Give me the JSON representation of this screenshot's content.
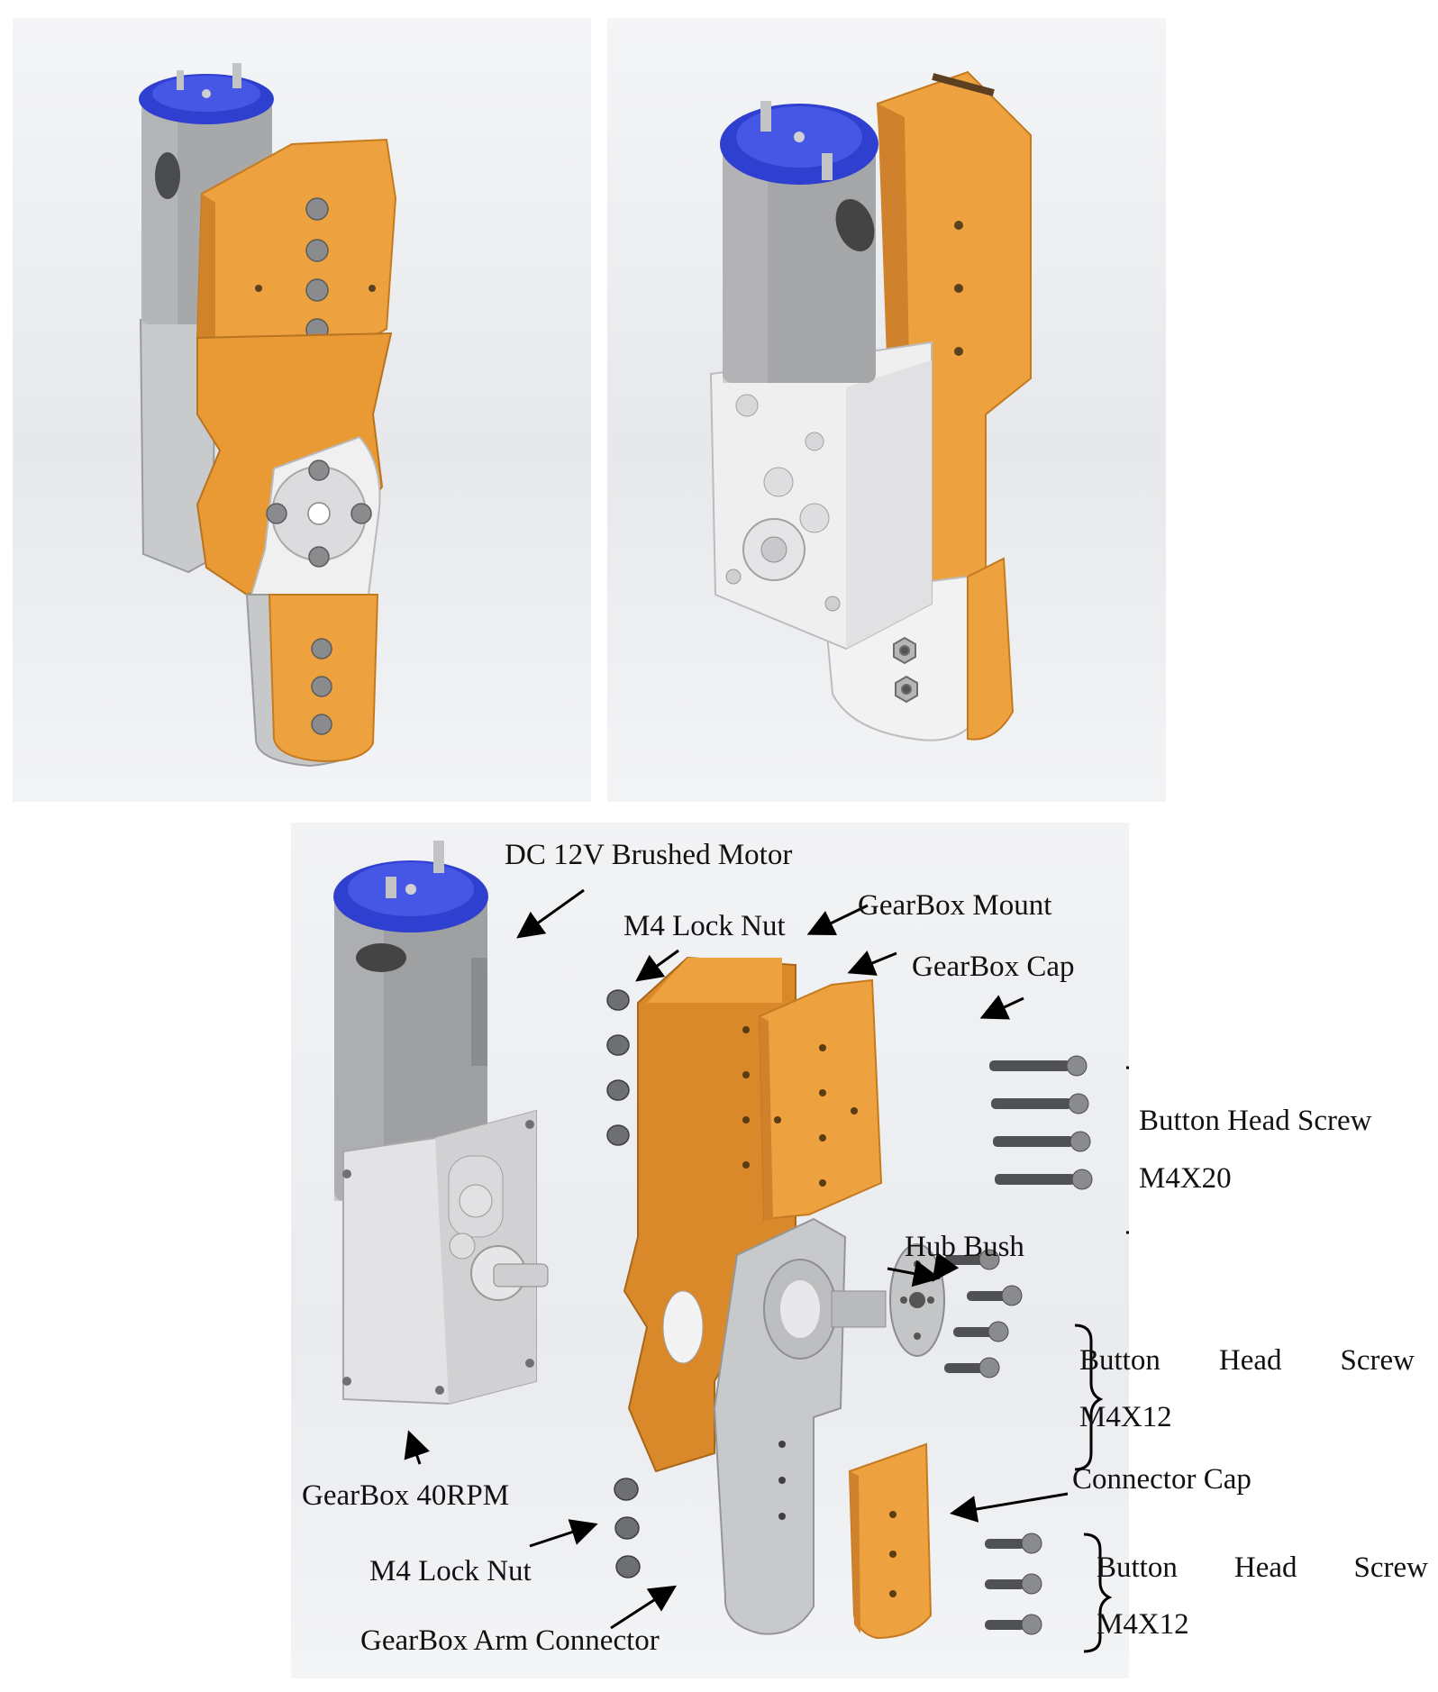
{
  "labels": {
    "dc_motor": "DC 12V Brushed Motor",
    "m4_lock_nut_top": "M4 Lock Nut",
    "gearbox_mount": "GearBox Mount",
    "gearbox_cap": "GearBox Cap",
    "button_head_screw_1": "Button Head Screw",
    "m4x20": "M4X20",
    "hub_bush": "Hub Bush",
    "button_head_screw_2": [
      "Button",
      "Head",
      "Screw"
    ],
    "m4x12_a": "M4X12",
    "connector_cap": "Connector Cap",
    "gearbox_40rpm": "GearBox 40RPM",
    "m4_lock_nut_bottom": "M4 Lock Nut",
    "button_head_screw_3": [
      "Button",
      "Head",
      "Screw"
    ],
    "m4x12_b": "M4X12",
    "gearbox_arm_connector": "GearBox Arm Connector"
  },
  "colors": {
    "orange": "#eda23f",
    "blue": "#3344d6",
    "white_part": "#eeeeee",
    "grey_part": "#c4c5c7",
    "motor_grey": "#a9aaac"
  }
}
